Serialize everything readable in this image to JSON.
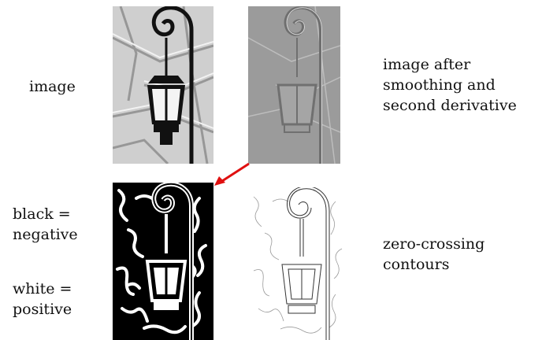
{
  "labels": {
    "image": "image",
    "after_line1": "image after",
    "after_line2": "smoothing and",
    "after_line3": "second derivative",
    "black_line1": "black =",
    "black_line2": "negative",
    "white_line1": "white =",
    "white_line2": "positive",
    "zero_line1": "zero-crossing",
    "zero_line2": "contours"
  },
  "panels": [
    {
      "name": "original-lamp-photo",
      "style": "grayscale photo"
    },
    {
      "name": "second-derivative-image",
      "style": "gray relief"
    },
    {
      "name": "sign-image",
      "style": "binary black/white"
    },
    {
      "name": "zero-crossing-contours",
      "style": "thin line contours"
    }
  ],
  "arrow": {
    "color": "#e01010"
  }
}
